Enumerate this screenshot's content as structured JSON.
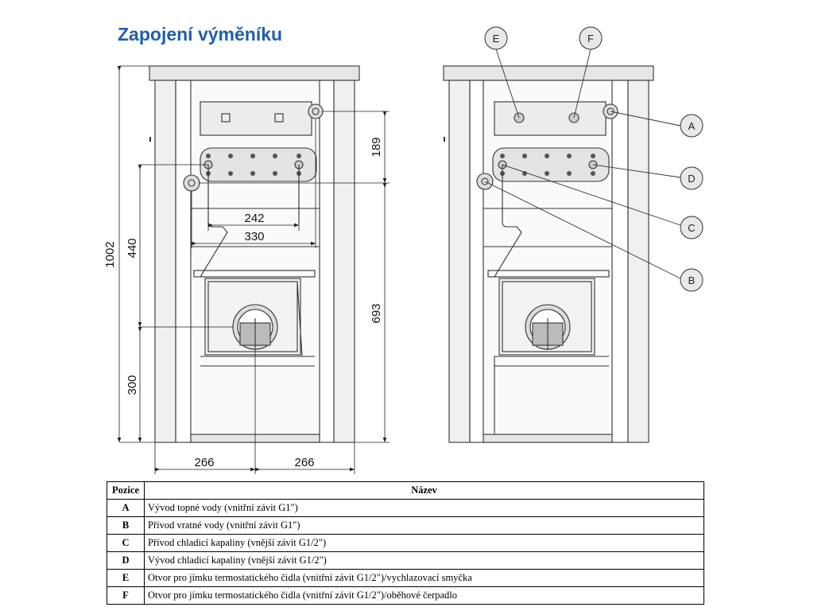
{
  "title": "Zapojení výměníku",
  "dimensions": {
    "height_total": "1002",
    "height_lower_connection": "440",
    "height_burner": "300",
    "height_upper_connection": "693",
    "offset_top": "189",
    "spacing_inner": "242",
    "spacing_outer": "330",
    "width_left": "266",
    "width_right": "266"
  },
  "callouts": {
    "a": "A",
    "b": "B",
    "c": "C",
    "d": "D",
    "e": "E",
    "f": "F"
  },
  "table": {
    "headers": {
      "position": "Pozice",
      "name": "Název"
    },
    "rows": [
      {
        "pos": "A",
        "name": "Vývod topné vody (vnitřní závit G1\")"
      },
      {
        "pos": "B",
        "name": "Přívod vratné vody (vnitřní závit G1\")"
      },
      {
        "pos": "C",
        "name": "Přívod chladicí kapaliny (vnější závit G1/2\")"
      },
      {
        "pos": "D",
        "name": "Vývod chladicí kapaliny (vnější závit G1/2\")"
      },
      {
        "pos": "E",
        "name": "Otvor pro jímku termostatického čidla (vnitřní závit G1/2\")/vychlazovací smyčka"
      },
      {
        "pos": "F",
        "name": "Otvor pro jímku termostatického čidla (vnitřní závit G1/2\")/oběhové čerpadlo"
      }
    ]
  },
  "colors": {
    "title": "#1f5fa8",
    "line": "#333333",
    "fill": "#e6e6e6"
  }
}
